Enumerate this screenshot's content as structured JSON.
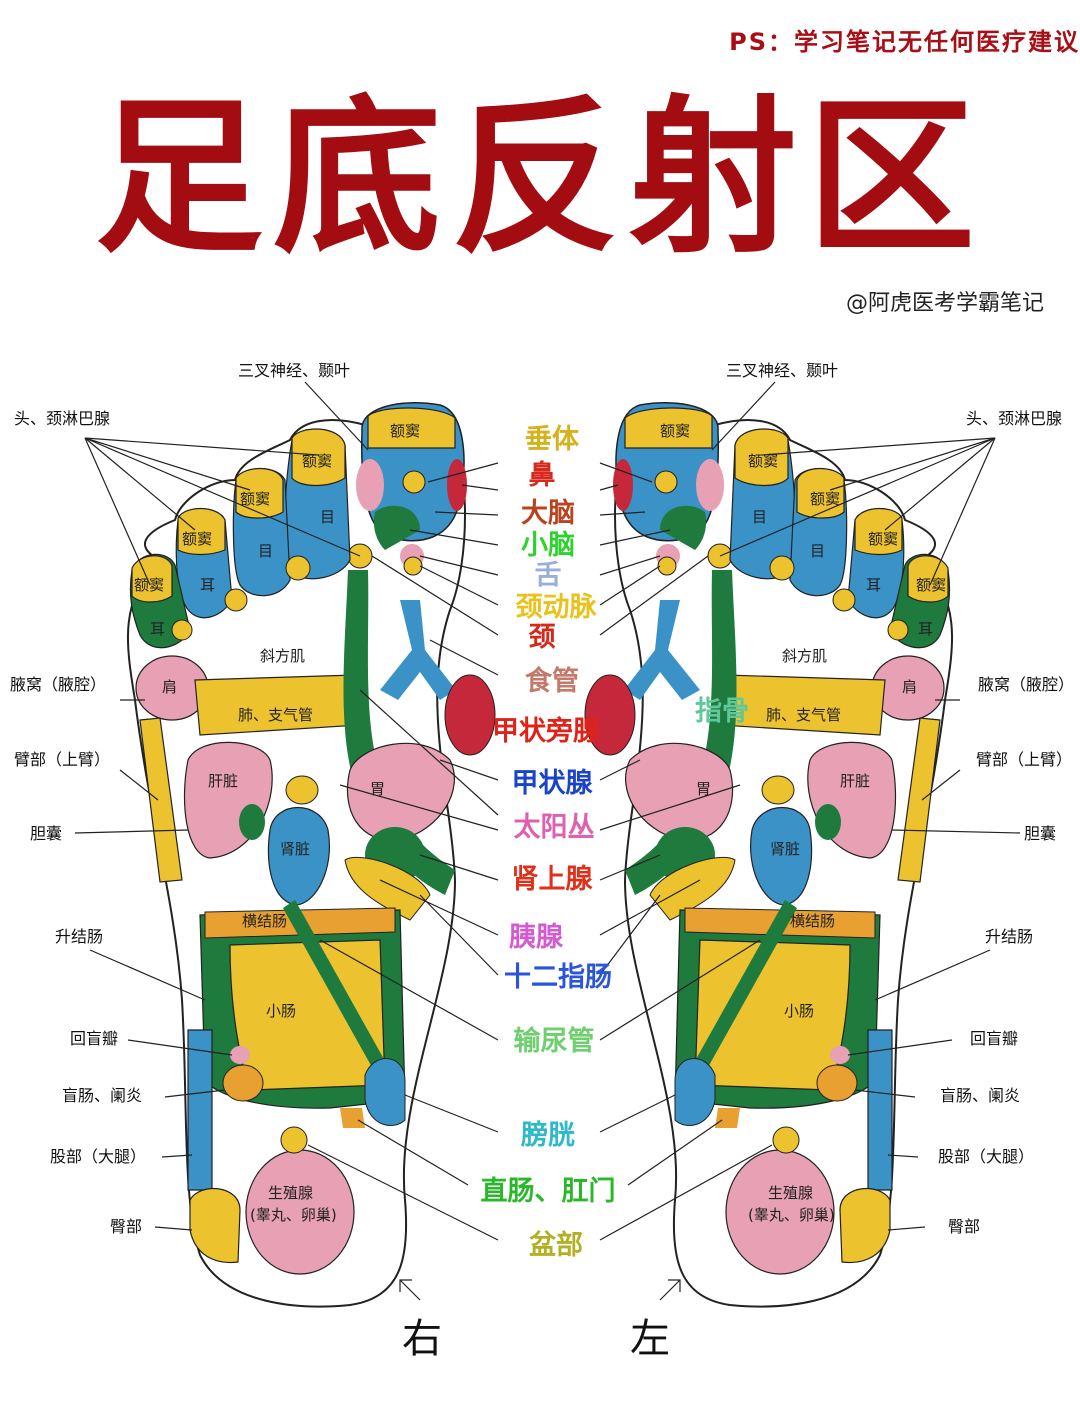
{
  "disclaimer": "PS：学习笔记无任何医疗建议",
  "title": "足底反射区",
  "watermark": "@阿虎医考学霸笔记",
  "center_labels": [
    {
      "text": "垂体",
      "color": "#d4b31f"
    },
    {
      "text": "鼻",
      "color": "#d8281c"
    },
    {
      "text": "大脑",
      "color": "#b8431f"
    },
    {
      "text": "小脑",
      "color": "#2ed12e"
    },
    {
      "text": "舌",
      "color": "#9aaedc"
    },
    {
      "text": "颈动脉",
      "color": "#e9c21c"
    },
    {
      "text": "颈",
      "color": "#d8281c"
    },
    {
      "text": "食管",
      "color": "#c47a6a"
    },
    {
      "text": "甲状旁腺",
      "color": "#e02318"
    },
    {
      "text": "甲状腺",
      "color": "#1a44c8"
    },
    {
      "text": "太阳丛",
      "color": "#e060b0"
    },
    {
      "text": "肾上腺",
      "color": "#e0301c"
    },
    {
      "text": "胰腺",
      "color": "#d35ad0"
    },
    {
      "text": "十二指肠",
      "color": "#2a55d8"
    },
    {
      "text": "输尿管",
      "color": "#6fcf6f"
    },
    {
      "text": "膀胱",
      "color": "#2fb8c8"
    },
    {
      "text": "直肠、肛门",
      "color": "#2ab82a"
    },
    {
      "text": "盆部",
      "color": "#b3b025"
    }
  ],
  "extra_label": {
    "text": "指骨",
    "color": "#5fc89a"
  },
  "side_labels": {
    "trigeminal": "三叉神经、颞叶",
    "head_neck": "头、颈淋巴腺",
    "armpit": "腋窝（腋腔）",
    "upper_arm": "臂部（上臂）",
    "gallbladder": "胆囊",
    "ascending_colon": "升结肠",
    "ileocecal": "回盲瓣",
    "cecum": "盲肠、阑炎",
    "thigh": "股部（大腿）",
    "hip": "臀部"
  },
  "inner_labels": {
    "sinus": "额窦",
    "eye": "目",
    "ear": "耳",
    "trapezius": "斜方肌",
    "shoulder": "肩",
    "lung": "肺、支气管",
    "liver": "肝脏",
    "stomach": "胃",
    "kidney": "肾脏",
    "transverse_colon": "横结肠",
    "small_intestine": "小肠",
    "gonad_1": "生殖腺",
    "gonad_2": "(睾丸、卵巢)"
  },
  "foot_names": {
    "right": "右",
    "left": "左"
  },
  "colors": {
    "yellow": "#ecc22e",
    "blue": "#3a92c6",
    "pink": "#e8a0b5",
    "green": "#1f7a3e",
    "red": "#c4283a",
    "orange": "#e8a030",
    "title_red": "#a30d12"
  }
}
